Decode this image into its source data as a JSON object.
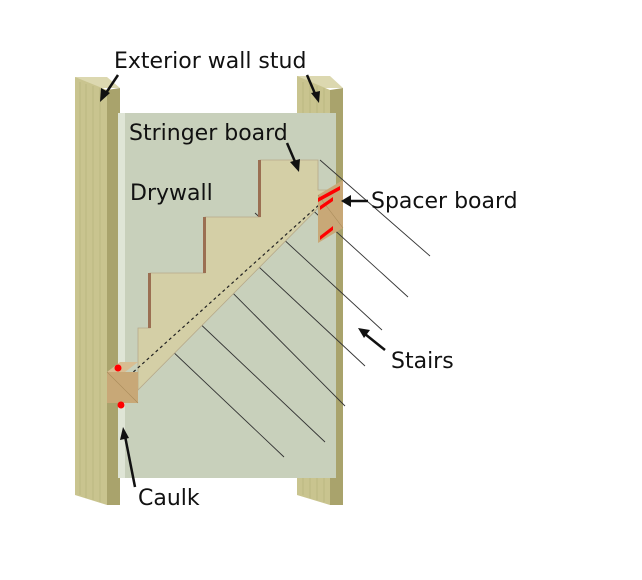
{
  "labels": {
    "exterior_wall_stud": "Exterior wall stud",
    "stringer_board": "Stringer board",
    "drywall": "Drywall",
    "spacer_board": "Spacer board",
    "stairs": "Stairs",
    "caulk": "Caulk"
  },
  "colors": {
    "stud_face": "#c9c48f",
    "stud_side": "#a9a36c",
    "stud_top": "#dcd8b0",
    "drywall": "#c8d0bb",
    "drywall_edge": "#dfe5d6",
    "stringer": "#d4cfa6",
    "stringer_edge": "#b7a98a",
    "spacer": "#c8a877",
    "caulk": "#ff0000",
    "line": "#222222"
  }
}
